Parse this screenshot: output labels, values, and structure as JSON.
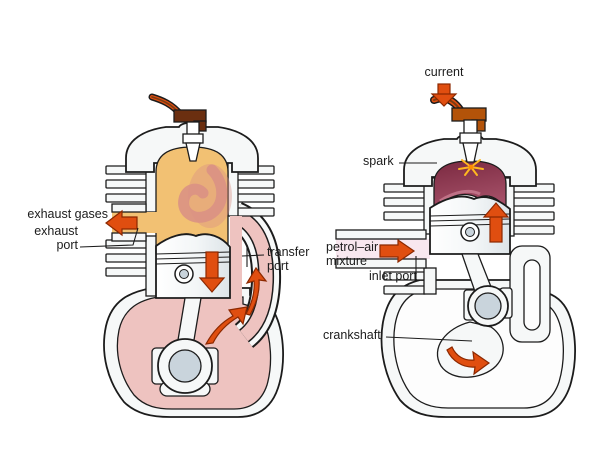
{
  "labels": {
    "exhaust_gases": "exhaust gases",
    "exhaust_port_line1": "exhaust",
    "exhaust_port_line2": "port",
    "transfer_port_line1": "transfer",
    "transfer_port_line2": "port",
    "current": "current",
    "spark": "spark",
    "petrol_air_line1": "petrol–air",
    "petrol_air_line2": "mixture",
    "inlet_port": "inlet port",
    "crankshaft": "crankshaft"
  },
  "colors": {
    "ink": "#1c1c1c",
    "text": "#1c1c1c",
    "arrow": "#e04e10",
    "arrowEdge": "#8c2800",
    "gasLeft": "#f2c173",
    "swirl": "#d98f85",
    "casePink": "#eec3c0",
    "mist": "#f8e7ef",
    "chargeTop": "#7a2940",
    "chargeBottom": "#a34e66",
    "metal": "#f6f8f8",
    "bore": "#c9d4dc",
    "spark": "#ffb81f",
    "wireBrown": "#7a3c12",
    "capBrown": "#6b2f10",
    "capOrange": "#b35309"
  }
}
